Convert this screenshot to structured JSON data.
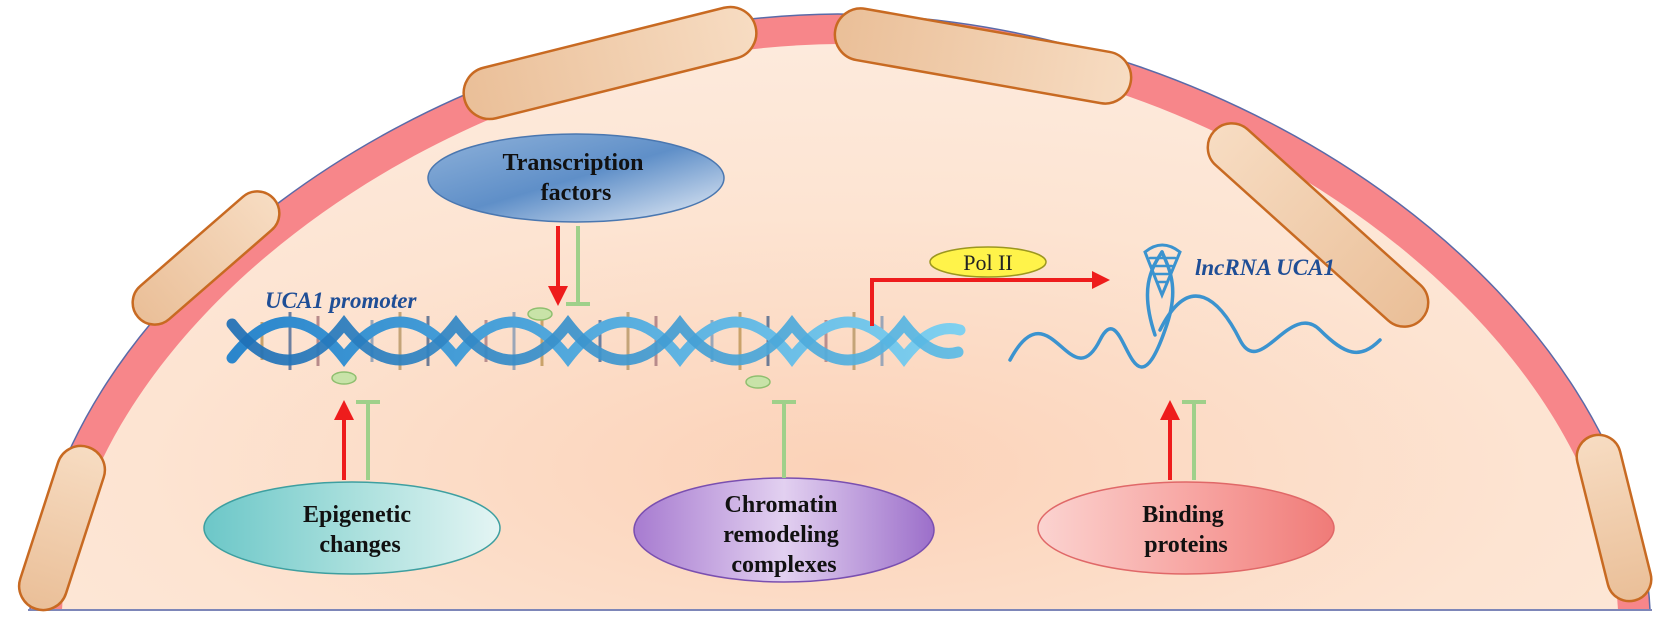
{
  "labels": {
    "transcription_factors": [
      "Transcription",
      "factors"
    ],
    "epigenetic_changes": [
      "Epigenetic",
      "changes"
    ],
    "chromatin_remodeling": [
      "Chromatin",
      "remodeling",
      "complexes"
    ],
    "binding_proteins": [
      "Binding",
      "proteins"
    ],
    "pol_ii": "Pol II",
    "uca1_promoter": "UCA1 promoter",
    "lncrna_uca1": "lncRNA UCA1"
  },
  "colors": {
    "activation_arrow": "#ee1c1c",
    "inhibition_bar": "#9fd08a",
    "nuclear_envelope": "#f7868a",
    "nucleoplasm": "#fde4d2",
    "pore_fill": "#f2cfae",
    "pore_stroke": "#c86a22",
    "dna_strand": "#2c8fd0",
    "rna_strand": "#3b93cf",
    "label_blue": "#1f4e96",
    "pol_ii_fill": "#fff34a"
  },
  "icons": {
    "dna": "dna-double-helix-icon",
    "rna": "rna-hairpin-icon"
  }
}
